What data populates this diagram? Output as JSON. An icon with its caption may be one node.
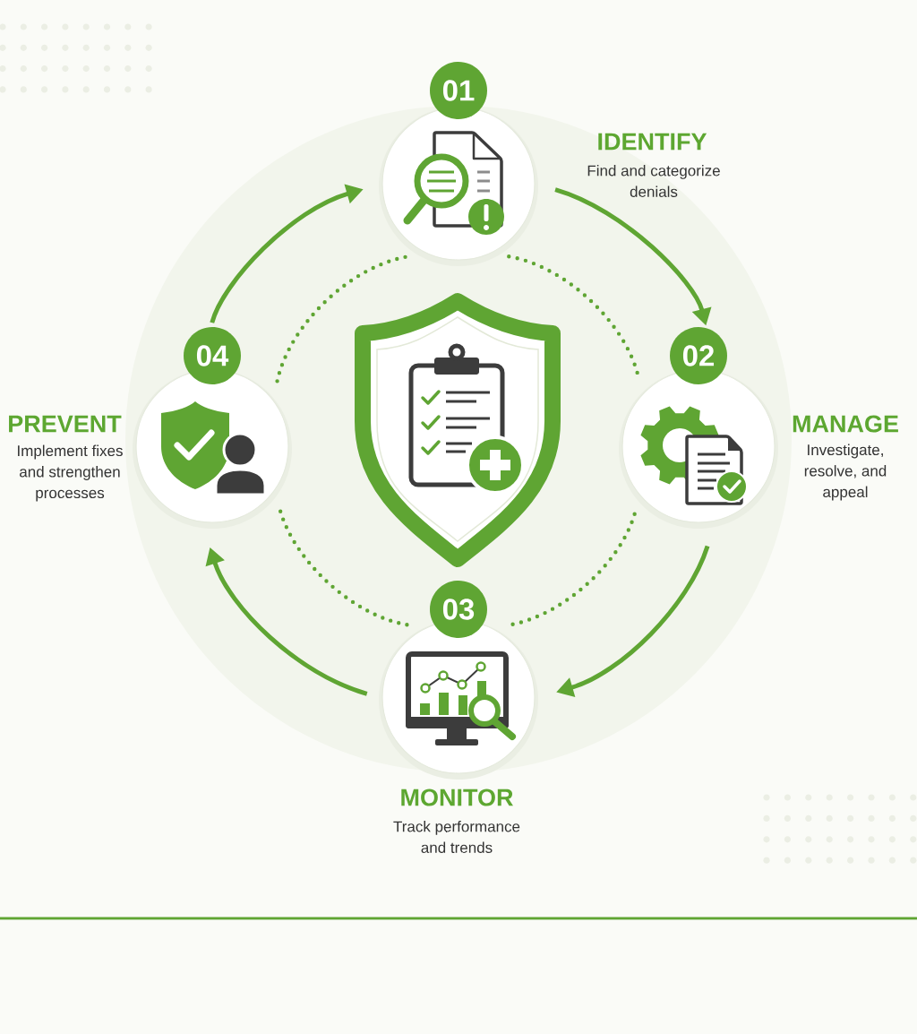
{
  "diagram": {
    "nodes": [
      {
        "text": [
          "01",
          "IDENTIFY",
          "Find and categorize denials"
        ]
      },
      {
        "text": [
          "02",
          "MANAGE",
          "Investigate, resolve, and appeal"
        ]
      },
      {
        "text": [
          "03",
          "MONITOR",
          "Track performance and trends"
        ]
      },
      {
        "text": [
          "04",
          "PREVENT",
          "Implement fixes and strengthen processes"
        ]
      }
    ],
    "edges": [
      {
        "from": 0,
        "to": 1,
        "arrow": "to"
      },
      {
        "from": 1,
        "to": 2,
        "arrow": "to"
      },
      {
        "from": 2,
        "to": 3,
        "arrow": "to"
      },
      {
        "from": 3,
        "to": 0,
        "arrow": "to"
      },
      {
        "from": 0,
        "to": 1,
        "arrow": "none",
        "style": "dashed"
      },
      {
        "from": 1,
        "to": 2,
        "arrow": "none",
        "style": "dashed"
      },
      {
        "from": 2,
        "to": 3,
        "arrow": "none",
        "style": "dashed"
      },
      {
        "from": 3,
        "to": 0,
        "arrow": "none",
        "style": "dashed"
      }
    ]
  }
}
